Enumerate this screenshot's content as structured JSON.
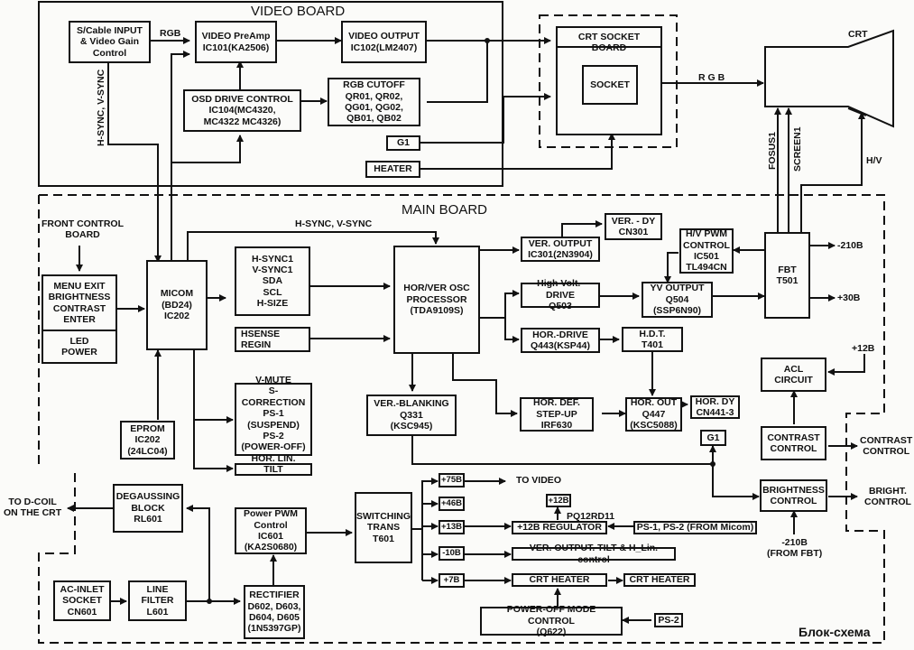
{
  "titles": {
    "video_board": "VIDEO BOARD",
    "main_board": "MAIN BOARD",
    "crt_socket_board": "CRT SOCKET BOARD",
    "crt": "CRT",
    "caption": "Блок-схема"
  },
  "video_board": {
    "scable_input": "S/Cable INPUT\n& Video Gain\nControl",
    "video_preamp": "VIDEO PreAmp\nIC101(KA2506)",
    "video_output": "VIDEO OUTPUT\nIC102(LM2407)",
    "osd_drive": "OSD DRIVE CONTROL\nIC104(MC4320,\nMC4322 MC4326)",
    "rgb_cutoff": "RGB  CUTOFF\nQR01, QR02,\nQG01, QG02,\nQB01, QB02",
    "g1": "G1",
    "heater": "HEATER",
    "socket": "SOCKET"
  },
  "signals": {
    "rgb_in": "RGB",
    "hsync_vsync_vertical": "H-SYNC, V-SYNC",
    "rgb_to_crt": "R G B",
    "focus": "FOSUS1",
    "screen": "SCREEN1",
    "hv": "H/V",
    "hsync_vsync_main": "H-SYNC, V-SYNC",
    "to_video": "TO VIDEO",
    "pq12rd11": "PQ12RD11",
    "minus210_out": "-210B",
    "plus30_out": "+30B",
    "plus12_in": "+12B",
    "contrast_out": "CONTRAST\nCONTROL",
    "bright_out": "BRIGHT.\nCONTROL",
    "minus210_from_fbt": "-210B\n(FROM FBT)",
    "to_dcoil": "TO D-COIL\nON THE CRT",
    "front_control": "FRONT CONTROL\nBOARD"
  },
  "main_board": {
    "front_keys": "MENU EXIT\nBRIGHTNESS\nCONTRAST\nENTER",
    "led_power": "LED\nPOWER",
    "micom": "MICOM\n(BD24)\nIC202",
    "sync_list": "H-SYNC1\nV-SYNC1\nSDA\nSCL\nH-SIZE",
    "hsense": "HSENSE\nREGIN",
    "hor_ver_osc": "HOR/VER OSC\nPROCESSOR\n(TDA9109S)",
    "ver_output": "VER. OUTPUT\nIC301(2N3904)",
    "ver_dy": "VER. - DY\nCN301",
    "hv_pwm": "H/V PWM\nCONTROL\nIC501\nTL494CN",
    "fbt": "FBT\nT501",
    "high_volt_drive": "High Volt.-DRIVE\nQ503",
    "yv_output": "YV OUTPUT\nQ504\n(SSP6N90)",
    "hor_drive": "HOR.-DRIVE\nQ443(KSP44)",
    "hdt": "H.D.T.\nT401",
    "ver_blanking": "VER.-BLANKING\nQ331\n(KSC945)",
    "hor_def": "HOR. DEF.\nSTEP-UP\nIRF630",
    "hor_out": "HOR. OUT\nQ447\n(KSC5088)",
    "hor_dy": "HOR. DY\nCN441-3",
    "g1": "G1",
    "acl": "ACL\nCIRCUIT",
    "contrast_ctrl": "CONTRAST\nCONTROL",
    "brightness_ctrl": "BRIGHTNESS\nCONTROL",
    "eprom": "EPROM\nIC202\n(24LC04)",
    "vmute_list": "V-MUTE\nS-CORRECTION\nPS-1 (SUSPEND)\nPS-2\n(POWER-OFF)\nHOR. LIN.",
    "tilt": "TILT",
    "degaussing": "DEGAUSSING\nBLOCK\nRL601",
    "power_pwm": "Power PWM\nControl\nIC601\n(KA2S0680)",
    "switching_trans": "SWITCHING\nTRANS\nT601",
    "rail_75": "+75B",
    "rail_46": "+46B",
    "rail_13": "+13B",
    "rail_m10": "-10B",
    "rail_7": "+7B",
    "plus12_box": "+12B",
    "regulator_12": "+12B REGULATOR",
    "ps_from_micom": "PS-1, PS-2 (FROM Micom)",
    "ver_output_tilt": "VER. OUTPUT. TILT & H_Lin. control",
    "crt_heater_1": "CRT HEATER",
    "crt_heater_2": "CRT HEATER",
    "power_off_mode": "POWER-OFF MODE CONTROL\n(Q622)",
    "ps2": "PS-2",
    "ac_inlet": "AC-INLET\nSOCKET\nCN601",
    "line_filter": "LINE FILTER\nL601",
    "rectifier": "RECTIFIER\nD602, D603,\nD604, D605\n(1N5397GP)"
  }
}
